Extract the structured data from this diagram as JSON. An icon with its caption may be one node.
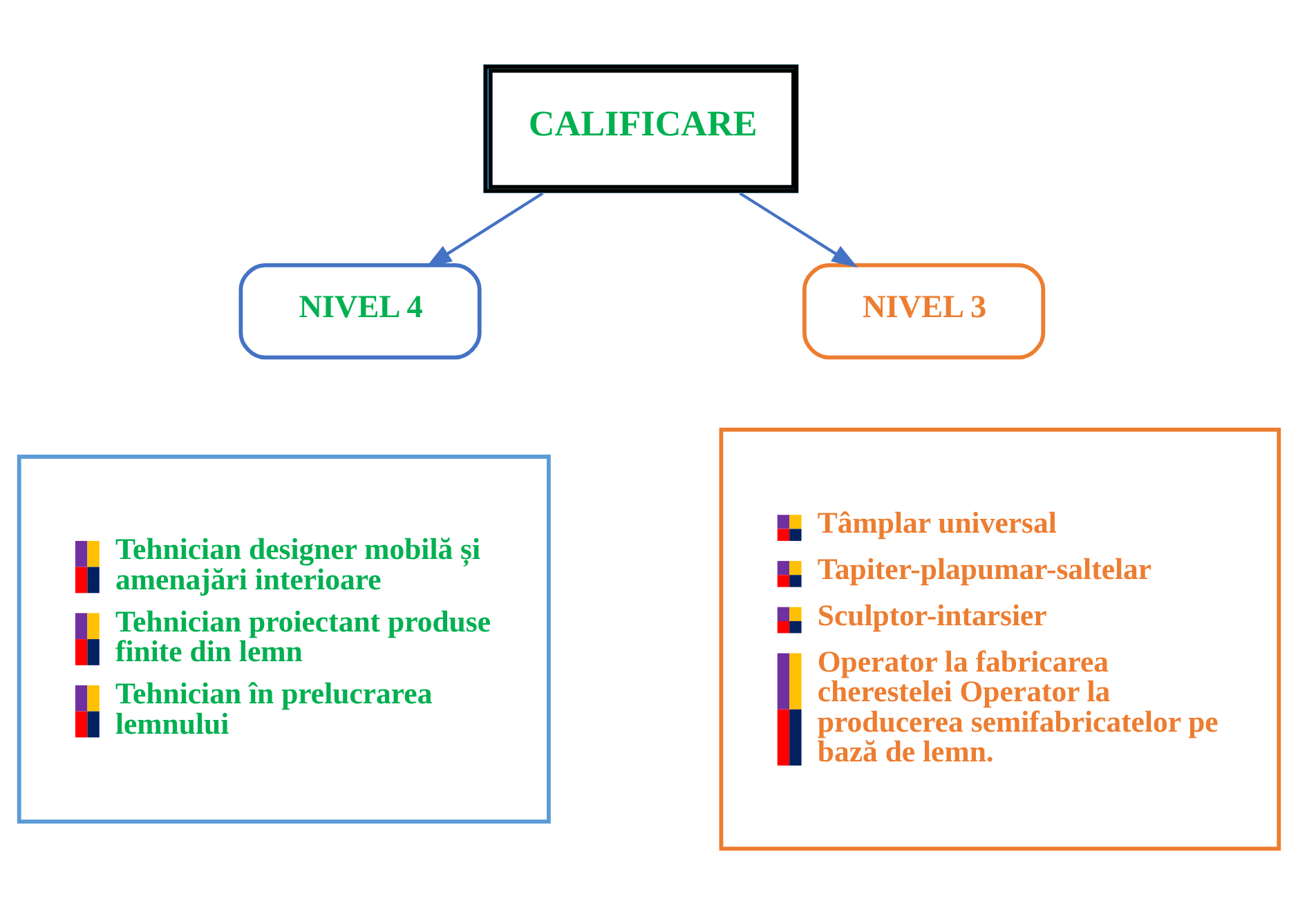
{
  "diagram": {
    "nodes": [
      {
        "text": [
          "CALIFICARE"
        ]
      },
      {
        "text": [
          "NIVEL 4"
        ]
      },
      {
        "text": [
          "NIVEL 3"
        ]
      },
      {
        "text": [
          "Tehnician designer mobilă și amenajări interioare",
          "Tehnician proiectant produse finite din lemn",
          "Tehnician în prelucrarea lemnului"
        ]
      },
      {
        "text": [
          "Tâmplar universal",
          "Tapiter-plapumar-saltelar",
          "Sculptor-intarsier",
          "Operator la fabricarea cherestelei Operator la producerea semifabricatelor pe bază de lemn."
        ]
      }
    ],
    "edges": [
      {
        "from": 0,
        "to": 1,
        "arrow": "to"
      },
      {
        "from": 0,
        "to": 2,
        "arrow": "to"
      }
    ]
  }
}
